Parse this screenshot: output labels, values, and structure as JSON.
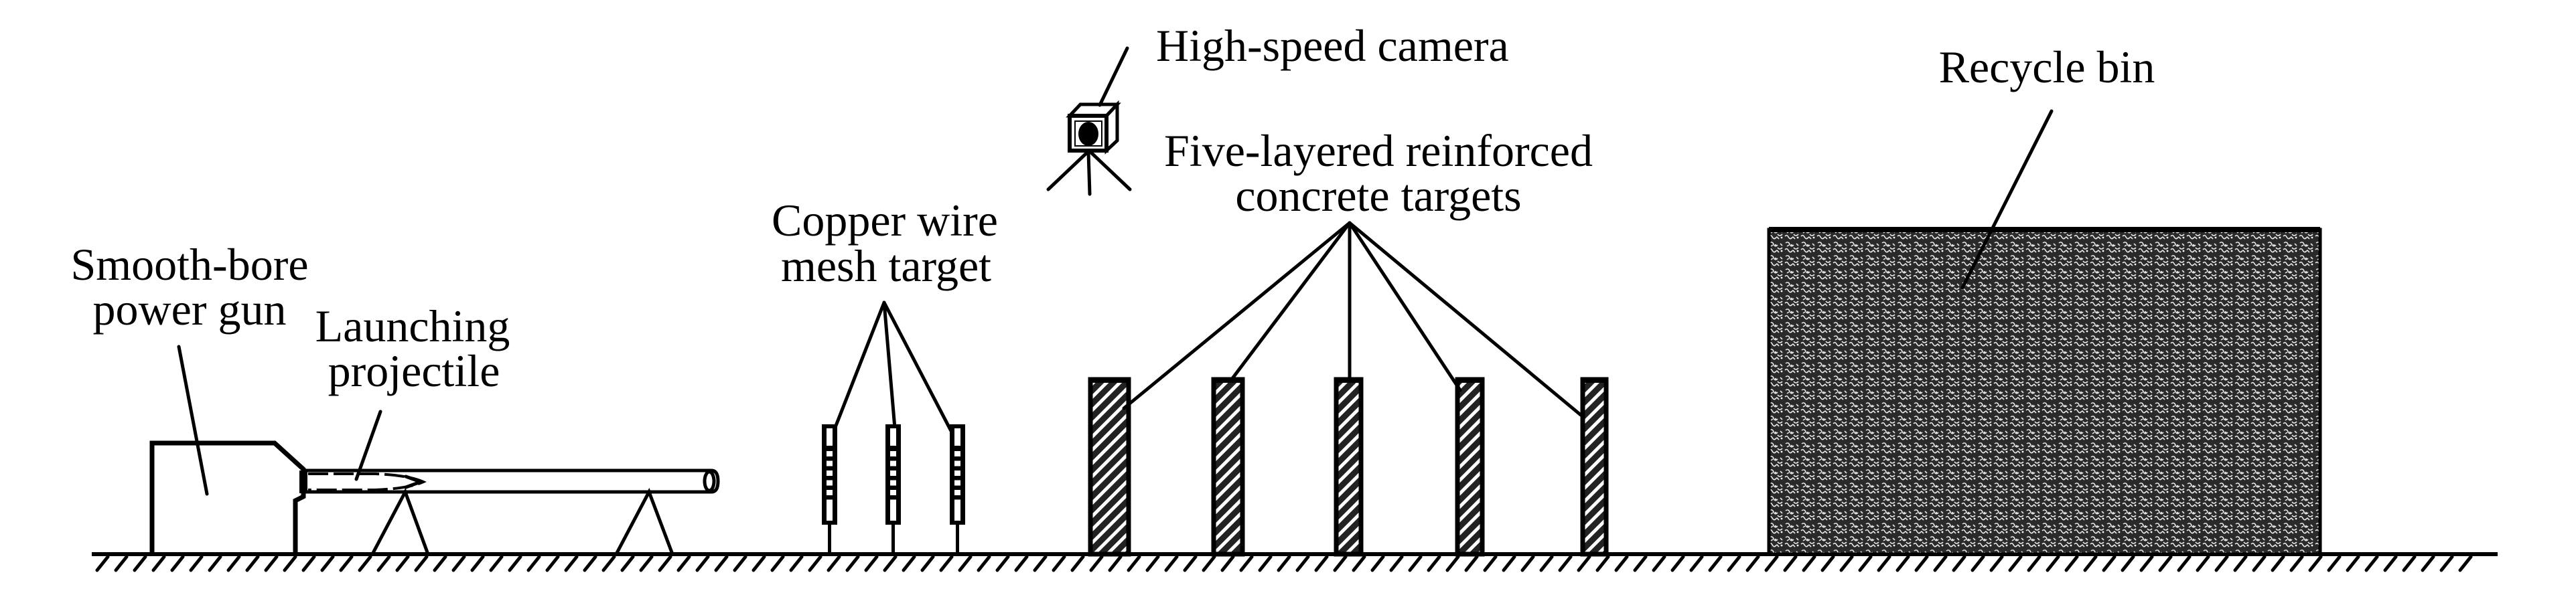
{
  "figure": {
    "labels": {
      "gun": [
        "Smooth-bore",
        "power gun"
      ],
      "projectile": [
        "Launching",
        "projectile"
      ],
      "mesh": [
        "Copper wire",
        "mesh target"
      ],
      "camera": [
        "High-speed camera"
      ],
      "concrete": [
        "Five-layered reinforced",
        "concrete targets"
      ],
      "bin": [
        "Recycle bin"
      ]
    },
    "counts": {
      "mesh_targets": 3,
      "concrete_targets": 5
    },
    "colors": {
      "ink": "#000000",
      "background": "#ffffff"
    }
  }
}
